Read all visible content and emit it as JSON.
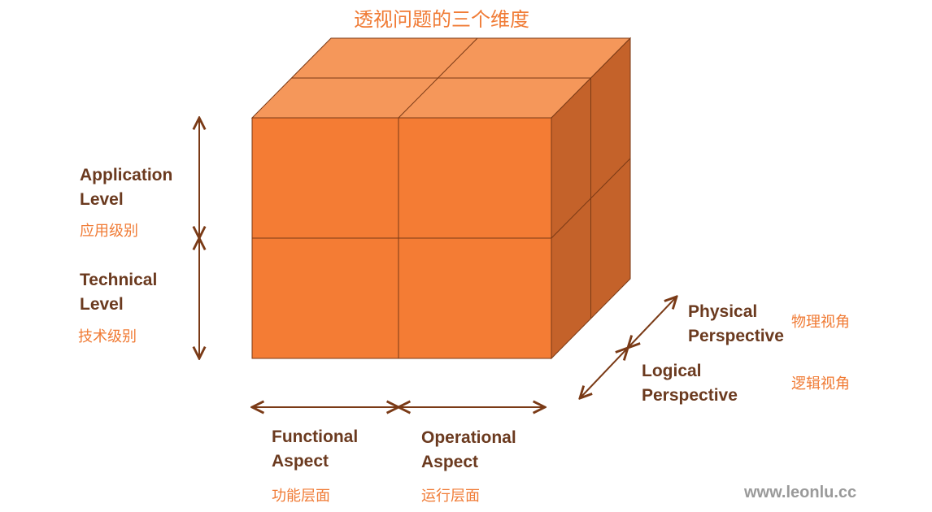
{
  "title": "透视问题的三个维度",
  "colors": {
    "front": "#f47c34",
    "top": "#f5975a",
    "side": "#c4622a",
    "edge": "#7a3a16",
    "arrow": "#7a3a16",
    "label": "#6b3a1f",
    "chinese": "#f07b35",
    "watermark": "#9a9a9a"
  },
  "vertical_axis": {
    "application": {
      "line1": "Application",
      "line2": "Level",
      "cn": "应用级别"
    },
    "technical": {
      "line1": "Technical",
      "line2": "Level",
      "cn": "技术级别"
    }
  },
  "horizontal_axis": {
    "functional": {
      "line1": "Functional",
      "line2": "Aspect",
      "cn": "功能层面"
    },
    "operational": {
      "line1": "Operational",
      "line2": "Aspect",
      "cn": "运行层面"
    }
  },
  "depth_axis": {
    "physical": {
      "line1": "Physical",
      "line2": "Perspective",
      "cn": "物理视角"
    },
    "logical": {
      "line1": "Logical",
      "line2": "Perspective",
      "cn": "逻辑视角"
    }
  },
  "watermark": "www.leonlu.cc"
}
